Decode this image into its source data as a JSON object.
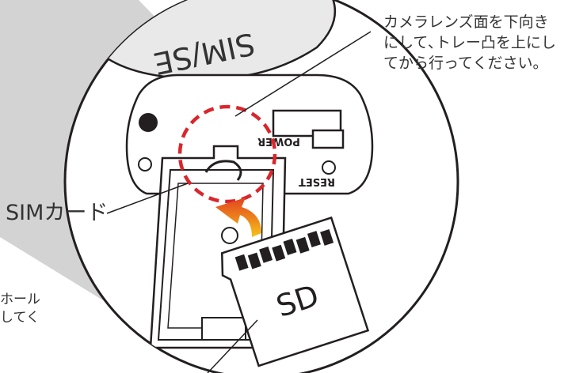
{
  "instruction": {
    "lines": [
      "カメラレンズ面を下向き",
      "にして､トレー凸を上にし",
      "てから行ってください。"
    ]
  },
  "labels": {
    "sim_card": "SIMカード",
    "cover_text": "SIM/SE",
    "power": "POWER",
    "reset": "RESET",
    "sd": "SD",
    "left_fragment_1": "ホール",
    "left_fragment_2": "してく"
  },
  "colors": {
    "highlight_circle": "#d9262c",
    "arrow_start": "#f6c21a",
    "arrow_end": "#e2421f",
    "shadow_band": "#d3d3d3",
    "outline": "#231f20"
  }
}
